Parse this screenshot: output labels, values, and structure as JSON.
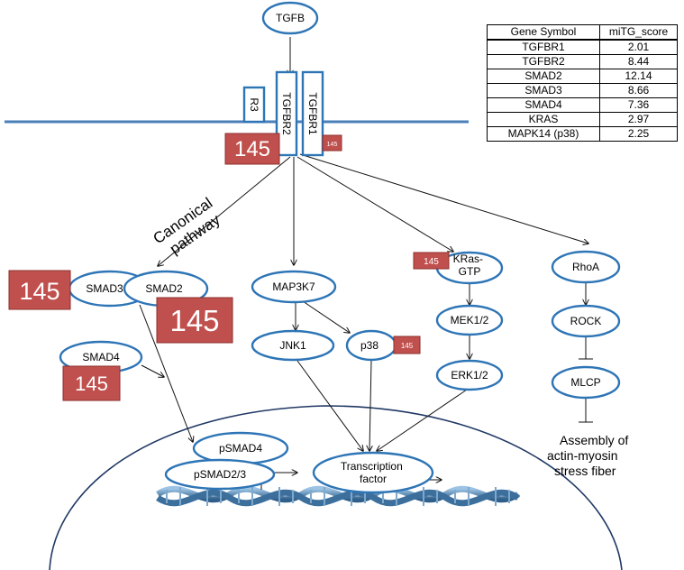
{
  "nodes": {
    "tgfb": "TGFB",
    "r3": "R3",
    "tgfbr2": "TGFBR2",
    "tgfbr1": "TGFBR1",
    "smad3": "SMAD3",
    "smad2": "SMAD2",
    "smad4": "SMAD4",
    "map3k7": "MAP3K7",
    "jnk1": "JNK1",
    "p38": "p38",
    "kras_line1": "KRas-",
    "kras_line2": "GTP",
    "mek12": "MEK1/2",
    "erk12": "ERK1/2",
    "rhoa": "RhoA",
    "rock": "ROCK",
    "mlcp": "MLCP",
    "psmad4": "pSMAD4",
    "psmad23": "pSMAD2/3",
    "tf_line1": "Transcription",
    "tf_line2": "factor"
  },
  "labels": {
    "canonical_line1": "Canonical",
    "canonical_line2": "pathway",
    "assembly_line1": "Assembly of",
    "assembly_line2": "actin-myosin",
    "assembly_line3": "stress fiber"
  },
  "mirna_badges": {
    "receptor_large": "145",
    "receptor_small": "145",
    "smad3": "145",
    "smad2": "145",
    "smad4": "145",
    "p38": "145",
    "kras": "145"
  },
  "table": {
    "headers": [
      "Gene Symbol",
      "miTG_score"
    ],
    "rows": [
      [
        "TGFBR1",
        "2.01"
      ],
      [
        "TGFBR2",
        "8.44"
      ],
      [
        "SMAD2",
        "12.14"
      ],
      [
        "SMAD3",
        "8.66"
      ],
      [
        "SMAD4",
        "7.36"
      ],
      [
        "KRAS",
        "2.97"
      ],
      [
        "MAPK14 (p38)",
        "2.25"
      ]
    ]
  },
  "colors": {
    "node_outline": "#2e75b6",
    "mirna_box": "#c0504d",
    "membrane": "#4a7fb8",
    "nucleus_outline": "#203864",
    "dna": "#4f7fa8"
  }
}
